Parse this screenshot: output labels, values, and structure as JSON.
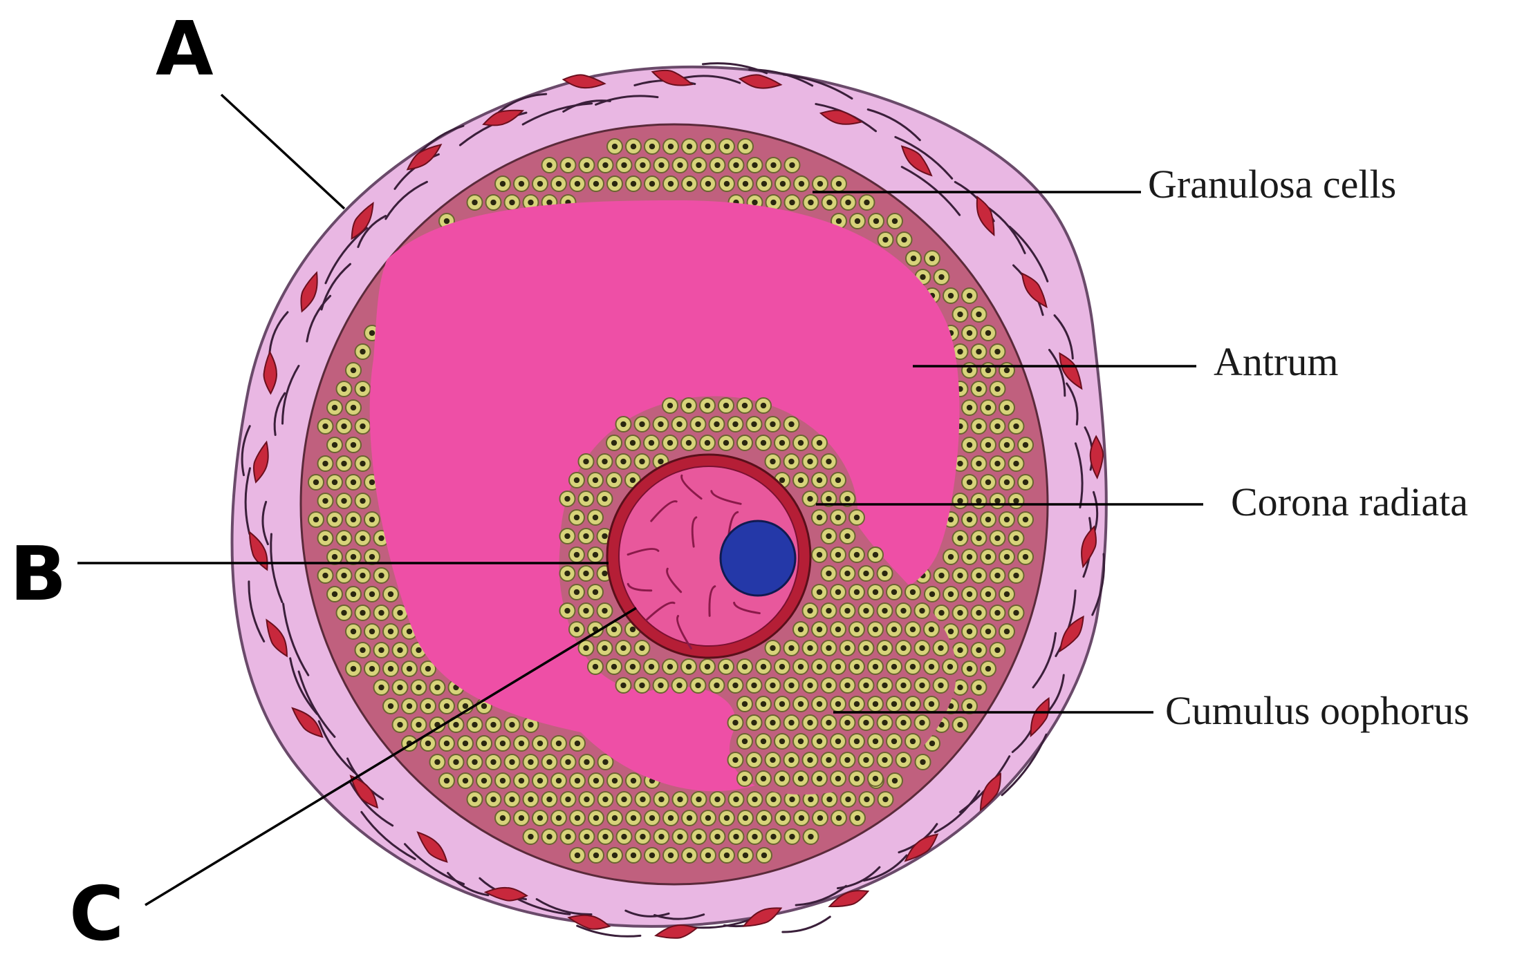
{
  "letters": {
    "a": "A",
    "b": "B",
    "c": "C"
  },
  "labels": {
    "granulosa": "Granulosa cells",
    "antrum": "Antrum",
    "corona": "Corona radiata",
    "cumulus": "Cumulus oophorus"
  },
  "colors": {
    "theca": "#e9b7e3",
    "theca_outline": "#6a4a6a",
    "fiber": "#3a1f3a",
    "spindle": "#c8283c",
    "membrana": "#c0607e",
    "antrum": "#ee4fa6",
    "cell_fill": "#d7d37a",
    "cell_ring": "#6a6430",
    "cell_nucleus": "#2a2710",
    "zona": "#b51e36",
    "ooplasm": "#e8589c",
    "nucleus": "#2438a8",
    "chromatin": "#8a1a4a"
  }
}
